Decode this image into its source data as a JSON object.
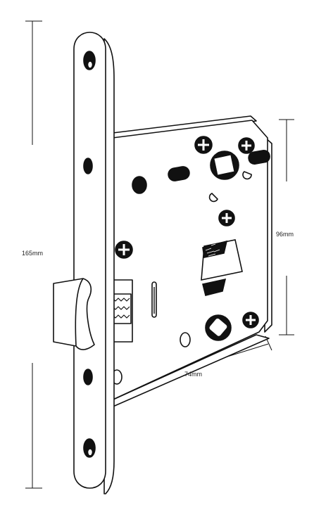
{
  "dimensions": {
    "faceplate_height": "165mm",
    "case_height": "96mm",
    "backset": "74mm"
  },
  "colors": {
    "line": "#111111",
    "background": "#ffffff"
  }
}
